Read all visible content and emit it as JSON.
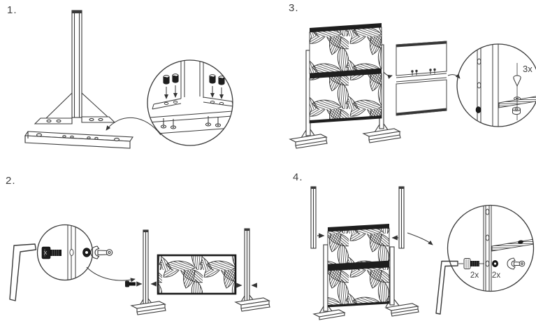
{
  "steps": [
    {
      "label": "1."
    },
    {
      "label": "2."
    },
    {
      "label": "3."
    },
    {
      "label": "4."
    }
  ],
  "annotations": {
    "step3_screw_count": "3x",
    "step4_bolt_count": "2x",
    "step4_nut_count": "2x"
  },
  "colors": {
    "line": "#3a3a3a",
    "dark_fill": "#1e1e1e",
    "background": "#ffffff"
  }
}
